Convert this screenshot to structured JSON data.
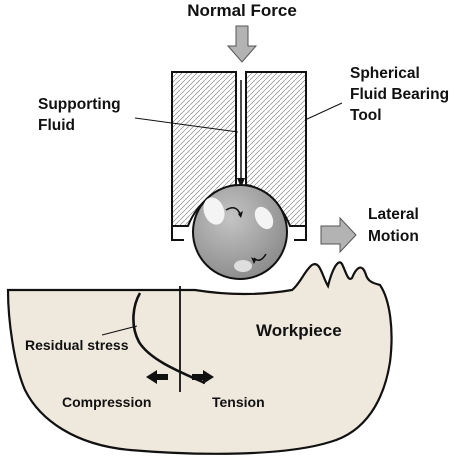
{
  "labels": {
    "normal_force": "Normal Force",
    "tool_line1": "Spherical",
    "tool_line2": "Fluid Bearing",
    "tool_line3": "Tool",
    "fluid_line1": "Supporting",
    "fluid_line2": "Fluid",
    "lateral_line1": "Lateral",
    "lateral_line2": "Motion",
    "workpiece": "Workpiece",
    "residual_stress": "Residual stress",
    "compression": "Compression",
    "tension": "Tension"
  },
  "colors": {
    "workpiece_fill": "#efe9dd",
    "arrow_fill": "#b3b3b3",
    "ball_fill": "#9a9a9a",
    "outline": "#111111",
    "hatch": "#8a8a8a"
  },
  "icons": {
    "normal_force_arrow": "arrow-down-icon",
    "lateral_motion_arrow": "arrow-right-icon",
    "compression_arrow": "arrow-left-icon",
    "tension_arrow": "arrow-right-icon"
  }
}
